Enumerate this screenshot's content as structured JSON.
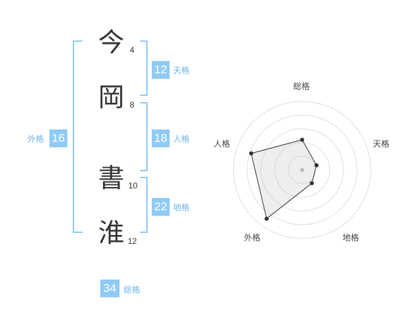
{
  "characters": [
    {
      "char": "今",
      "strokes": "4"
    },
    {
      "char": "岡",
      "strokes": "8"
    },
    {
      "char": "書",
      "strokes": "10"
    },
    {
      "char": "淮",
      "strokes": "12"
    }
  ],
  "scores": {
    "tenkaku": {
      "value": "12",
      "label": "天格"
    },
    "jinkaku": {
      "value": "18",
      "label": "人格"
    },
    "chikaku": {
      "value": "22",
      "label": "地格"
    },
    "gaikaku": {
      "value": "16",
      "label": "外格"
    },
    "soukaku": {
      "value": "34",
      "label": "総格"
    }
  },
  "colors": {
    "accent": "#8fcbf4",
    "label": "#6cb7e8",
    "bracket": "#8fcbf4"
  },
  "chart_data": {
    "type": "radar",
    "axes": [
      "総格",
      "天格",
      "地格",
      "外格",
      "人格"
    ],
    "values": [
      2.2,
      1.1,
      1.2,
      4.4,
      3.9
    ],
    "rmax": 5,
    "rings": 5
  }
}
